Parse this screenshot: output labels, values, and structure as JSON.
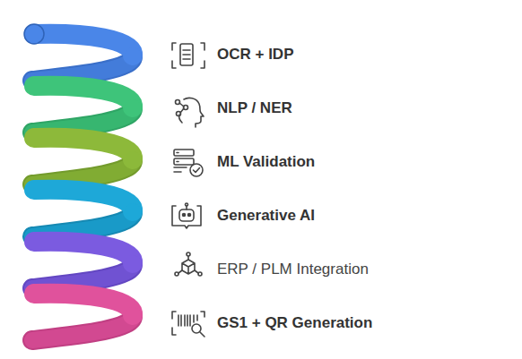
{
  "diagram": {
    "labels": [
      "OCR + IDP",
      "NLP / NER",
      "ML Validation",
      "Generative AI",
      "ERP / PLM Integration",
      "GS1 + QR Generation"
    ]
  }
}
